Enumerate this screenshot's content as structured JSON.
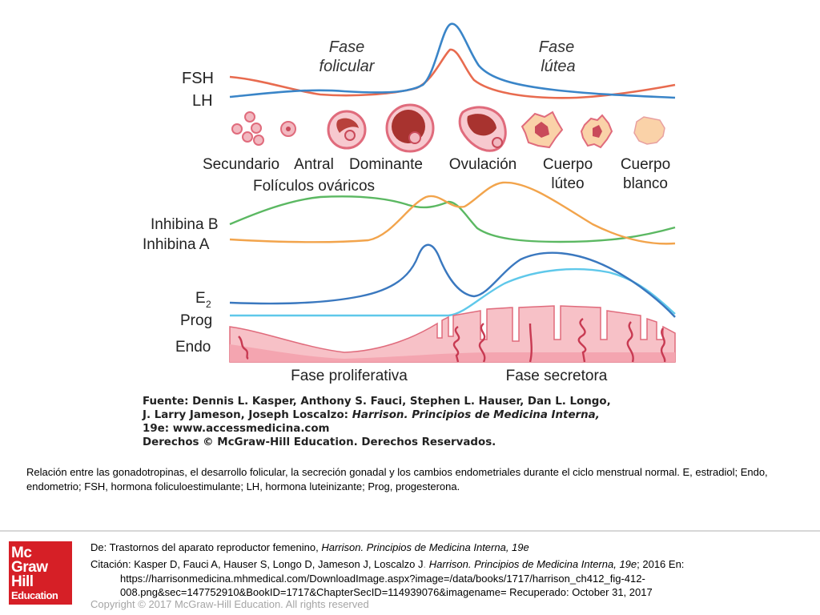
{
  "diagram": {
    "phase_follicular_1": "Fase",
    "phase_follicular_2": "folicular",
    "phase_luteal_1": "Fase",
    "phase_luteal_2": "lútea",
    "label_fsh": "FSH",
    "label_lh": "LH",
    "stages": [
      "Secundario",
      "Antral",
      "Dominante",
      "Ovulación",
      "Cuerpo",
      "Cuerpo"
    ],
    "stage_lines2": [
      "lúteo",
      "blanco"
    ],
    "follicles_title": "Folículos ováricos",
    "label_inhibin_b": "Inhibina B",
    "label_inhibin_a": "Inhibina A",
    "label_e2": "E",
    "label_e2_sub": "2",
    "label_prog": "Prog",
    "label_endo": "Endo",
    "phase_proliferative": "Fase proliferativa",
    "phase_secretory": "Fase secretora",
    "colors": {
      "fsh": "#3a85c8",
      "lh": "#e86b4f",
      "inhibin_b": "#5bb862",
      "inhibin_a": "#f2a44c",
      "e2": "#3a78bf",
      "prog": "#5fc8ea",
      "endometrium": "#f08a96"
    }
  },
  "source": {
    "line1": "Fuente: Dennis L. Kasper, Anthony S. Fauci, Stephen L. Hauser, Dan L. Longo,",
    "line2_a": "J. Larry Jameson, Joseph Loscalzo: ",
    "line2_b": "Harrison. Principios de Medicina Interna,",
    "line3": "19e: www.accessmedicina.com",
    "line4": "Derechos © McGraw-Hill Education. Derechos Reservados."
  },
  "caption": "Relación entre las gonadotropinas, el desarrollo folicular, la secreción gonadal y los cambios endometriales durante el ciclo menstrual normal. E, estradiol; Endo, endometrio; FSH, hormona foliculoestimulante; LH, hormona luteinizante; Prog, progesterona.",
  "logo": {
    "l1": "Mc",
    "l2": "Graw",
    "l3": "Hill",
    "l4": "Education"
  },
  "footer": {
    "from_a": "De: Trastornos del aparato reproductor femenino, ",
    "from_b": "Harrison. Principios de Medicina Interna, 19e",
    "citation_a": "Citación: Kasper D, Fauci A, Hauser S, Longo D, Jameson J, Loscalzo J",
    "citation_dot": ".",
    "citation_b": " Harrison. Principios de Medicina Interna, 19e",
    "citation_c": "; 2016 En:",
    "url1": "https://harrisonmedicina.mhmedical.com/DownloadImage.aspx?image=/data/books/1717/harrison_ch412_fig-412-",
    "url2": "008.png&sec=147752910&BookID=1717&ChapterSecID=114939076&imagename= Recuperado: October 31, 2017",
    "copyright": "Copyright © 2017 McGraw-Hill Education. All rights reserved"
  }
}
